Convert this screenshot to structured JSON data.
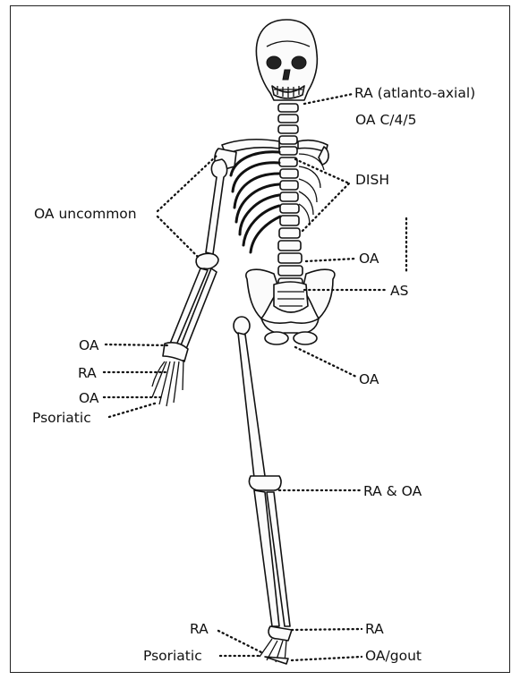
{
  "labels": {
    "ra_atlanto_axial": "RA (atlanto-axial)",
    "oa_c45": "OA C/4/5",
    "dish": "DISH",
    "oa_uncommon": "OA uncommon",
    "oa_spine": "OA",
    "as": "AS",
    "oa_hand": "OA",
    "ra_hand": "RA",
    "oa_hand_2": "OA",
    "psoriatic_hand": "Psoriatic",
    "oa_hip": "OA",
    "ra_oa_knee": "RA & OA",
    "ra_ankle": "RA",
    "ra_foot": "RA",
    "psoriatic_foot": "Psoriatic",
    "oa_gout": "OA/gout"
  },
  "colors": {
    "ink": "#111111",
    "paper": "#ffffff"
  }
}
